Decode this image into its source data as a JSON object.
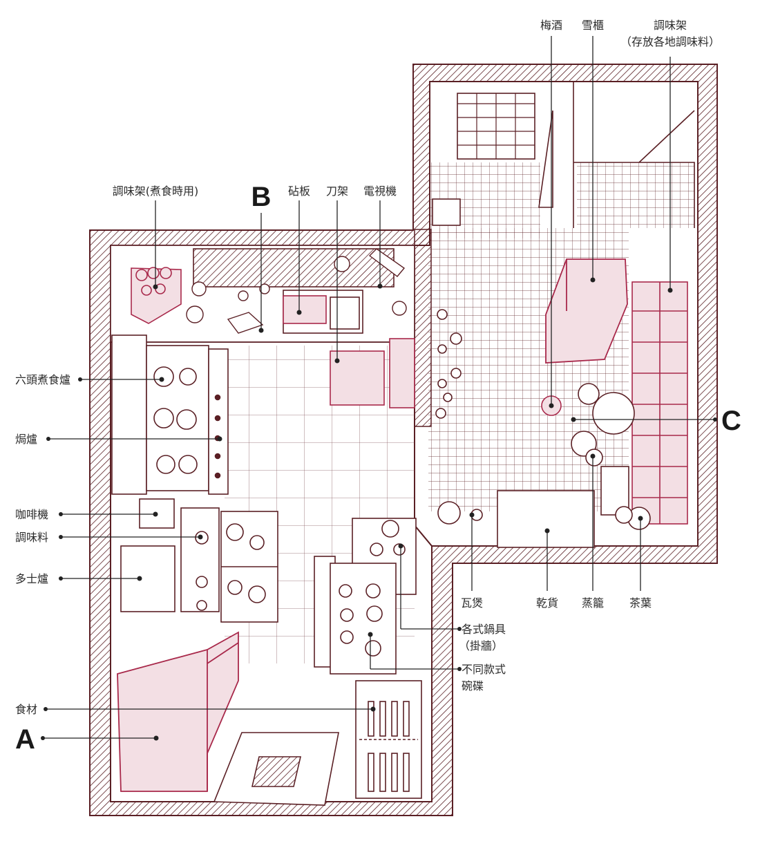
{
  "colors": {
    "ink": "#5a1f24",
    "accent": "#a8284a",
    "accent_fill": "#f3dfe4",
    "paper": "#ffffff",
    "label": "#2b2b2b"
  },
  "labels": {
    "ume_wine": "梅酒",
    "fridge_top": "雪櫃",
    "spice_rack_right": "調味架",
    "spice_rack_right_note": "（存放各地調味料）",
    "spice_rack_cooking": "調味架(煮食時用)",
    "marker_b": "B",
    "cutting_board": "砧板",
    "knife_rack": "刀架",
    "tv": "電視機",
    "six_burner_stove": "六頭煮食爐",
    "oven": "焗爐",
    "coffee_machine": "咖啡機",
    "seasoning": "調味料",
    "toaster_oven": "多士爐",
    "ingredients": "食材",
    "marker_a": "A",
    "marker_c": "C",
    "clay_pot": "瓦煲",
    "dried_goods": "乾貨",
    "steamer": "蒸籠",
    "tea_leaves": "茶葉",
    "cookware_line1": "各式鍋具",
    "cookware_line2": "（掛牆）",
    "dishes_line1": "不同款式",
    "dishes_line2": "碗碟"
  }
}
